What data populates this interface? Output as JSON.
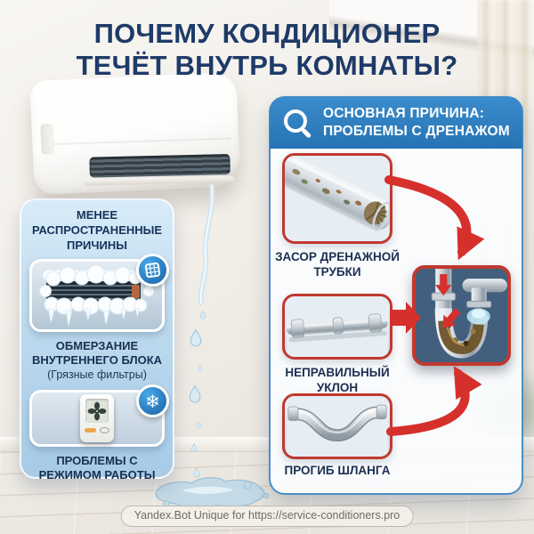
{
  "title": {
    "line1": "ПОЧЕМУ КОНДИЦИОНЕР",
    "line2": "ТЕЧЁТ ВНУТРЬ КОМНАТЫ?"
  },
  "scene": {
    "main_image": "air-conditioner-leaking",
    "drip": "water-drops-falling",
    "puddle": "water-puddle-on-floor"
  },
  "left_panel": {
    "header": "МЕНЕЕ РАСПРОСТРАНЕННЫЕ ПРИЧИНЫ",
    "items": [
      {
        "image": "frozen-indoor-unit",
        "badge_icon": "filter-icon",
        "caption": "ОБМЕРЗАНИЕ ВНУТРЕННЕГО БЛОКА",
        "subcaption": "(Грязные фильтры)"
      },
      {
        "image": "remote-control-fan-mode",
        "badge_icon": "snowflake-icon",
        "caption": "ПРОБЛЕМЫ С РЕЖИМОМ РАБОТЫ"
      }
    ]
  },
  "right_panel": {
    "header": {
      "icon": "search-icon",
      "line1": "ОСНОВНАЯ ПРИЧИНА:",
      "line2": "ПРОБЛЕМЫ С ДРЕНАЖОМ"
    },
    "items": [
      {
        "image": "clogged-drain-tube",
        "caption": "ЗАСОР ДРЕНАЖНОЙ ТРУБКИ"
      },
      {
        "image": "wrong-slope-pipe",
        "caption": "НЕПРАВИЛЬНЫЙ УКЛОН"
      },
      {
        "image": "sagging-hose",
        "caption": "ПРОГИБ ШЛАНГА"
      }
    ],
    "detail_image": "clogged-siphon-trap"
  },
  "watermark": "Yandex.Bot Unique for https://service-conditioners.pro",
  "colors": {
    "title_navy": "#1e3a68",
    "header_blue": "#2e7cbd",
    "left_panel_blue": "#bcd9ee",
    "accent_red": "#d6302c",
    "caption_navy": "#1b2f52",
    "detail_bg_slate": "#42607e"
  }
}
